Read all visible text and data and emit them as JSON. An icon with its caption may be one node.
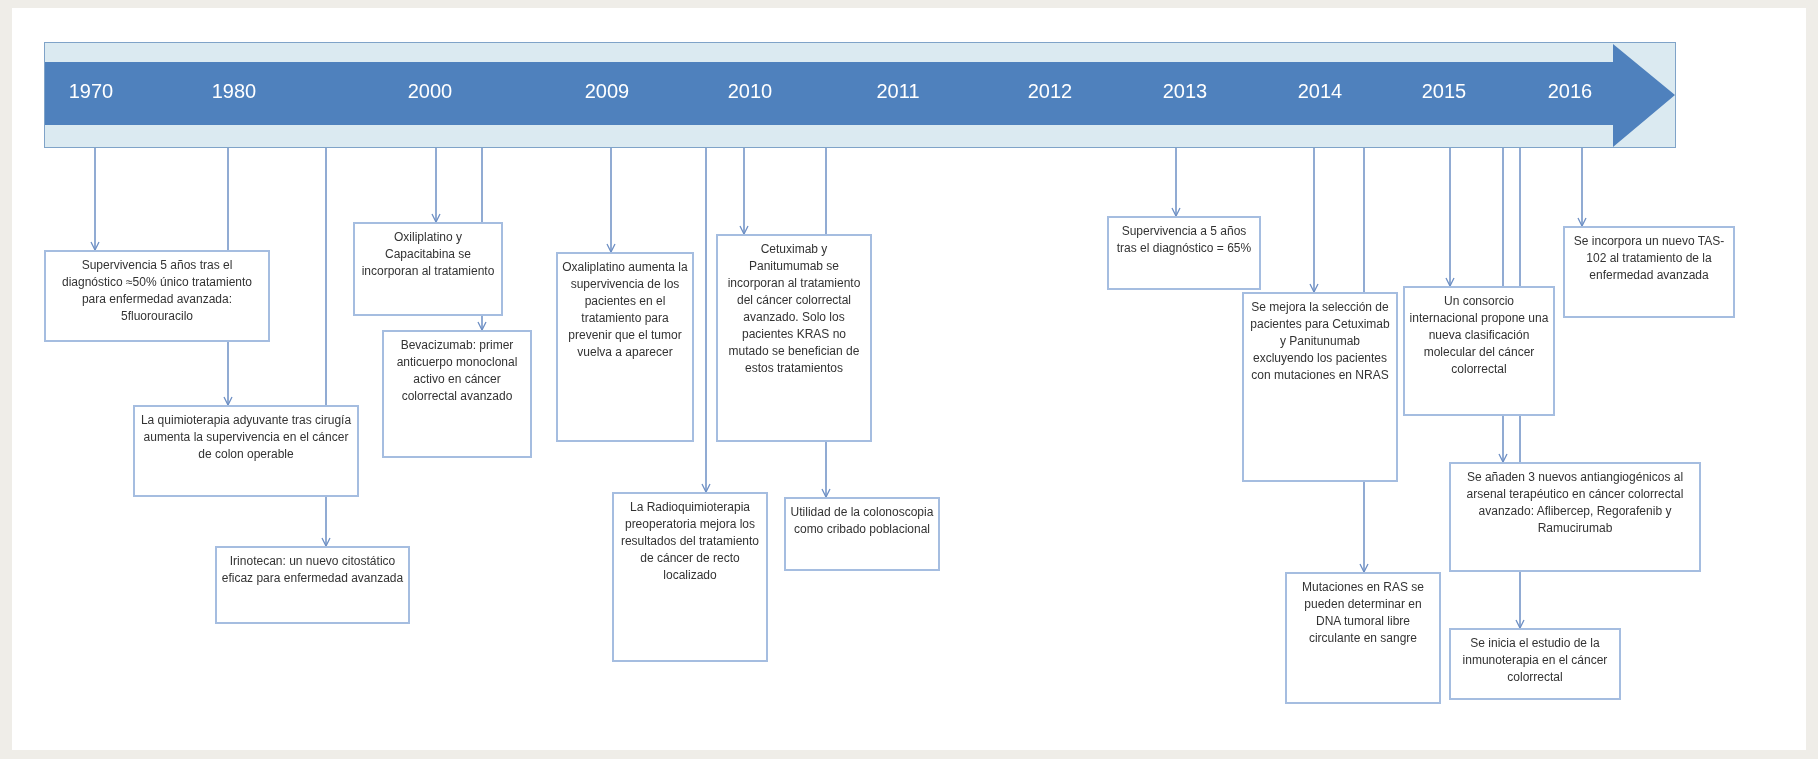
{
  "diagram": {
    "nodes": [
      {
        "text": [
          "1970",
          "1980",
          "2000",
          "2009",
          "2010",
          "2011",
          "2012",
          "2013",
          "2014",
          "2015",
          "2016"
        ]
      },
      {
        "text": [
          "Supervivencia 5 años tras el diagnóstico ≈50% único tratamiento para enfermedad avanzada: 5fluorouracilo"
        ]
      },
      {
        "text": [
          "La quimioterapia adyuvante tras cirugía aumenta la supervivencia en el cáncer de colon operable"
        ]
      },
      {
        "text": [
          "Irinotecan: un nuevo citostático eficaz para enfermedad avanzada"
        ]
      },
      {
        "text": [
          "Oxiliplatino y Capacitabina se incorporan al tratamiento"
        ]
      },
      {
        "text": [
          "Bevacizumab: primer anticuerpo monoclonal activo en cáncer colorrectal avanzado"
        ]
      },
      {
        "text": [
          "Oxaliplatino aumenta la supervivencia de los pacientes en el tratamiento para prevenir que el tumor vuelva a aparecer"
        ]
      },
      {
        "text": [
          "La Radioquimioterapia preoperatoria mejora los resultados del tratamiento de cáncer de recto localizado"
        ]
      },
      {
        "text": [
          "Cetuximab y Panitumumab se incorporan al tratamiento del cáncer colorrectal avanzado. Solo los pacientes KRAS no mutado se benefician de estos tratamientos"
        ]
      },
      {
        "text": [
          "Utilidad de la colonoscopia como cribado poblacional"
        ]
      },
      {
        "text": [
          "Supervivencia a 5 años tras el diagnóstico = 65%"
        ]
      },
      {
        "text": [
          "Se mejora la selección de pacientes para Cetuximab y Panitunumab excluyendo los pacientes con mutaciones en NRAS"
        ]
      },
      {
        "text": [
          "Mutaciones en RAS se pueden determinar en DNA tumoral libre circulante en sangre"
        ]
      },
      {
        "text": [
          "Un consorcio internacional propone una nueva clasificación molecular del cáncer colorrectal"
        ]
      },
      {
        "text": [
          "Se añaden 3 nuevos antiangiogénicos al arsenal terapéutico en cáncer colorrectal avanzado: Aflibercep, Regorafenib y Ramucirumab"
        ]
      },
      {
        "text": [
          "Se inicia el estudio de la inmunoterapia en el cáncer colorrectal"
        ]
      },
      {
        "text": [
          "Se incorpora un nuevo TAS-102 al tratamiento de la enfermedad avanzada"
        ]
      }
    ],
    "edges": [
      {
        "from": 0,
        "to": 1,
        "arrow": "to"
      },
      {
        "from": 0,
        "to": 1,
        "arrow": "none"
      },
      {
        "from": 1,
        "to": 2,
        "arrow": "to"
      },
      {
        "from": 0,
        "to": 2,
        "arrow": "none"
      },
      {
        "from": 2,
        "to": 3,
        "arrow": "to"
      },
      {
        "from": 0,
        "to": 4,
        "arrow": "to"
      },
      {
        "from": 0,
        "to": 4,
        "arrow": "none"
      },
      {
        "from": 4,
        "to": 5,
        "arrow": "to"
      },
      {
        "from": 0,
        "to": 6,
        "arrow": "to"
      },
      {
        "from": 0,
        "to": 7,
        "arrow": "to"
      },
      {
        "from": 0,
        "to": 8,
        "arrow": "to"
      },
      {
        "from": 0,
        "to": 8,
        "arrow": "none"
      },
      {
        "from": 8,
        "to": 9,
        "arrow": "to"
      },
      {
        "from": 0,
        "to": 10,
        "arrow": "to"
      },
      {
        "from": 0,
        "to": 11,
        "arrow": "to"
      },
      {
        "from": 0,
        "to": 11,
        "arrow": "none"
      },
      {
        "from": 11,
        "to": 12,
        "arrow": "to"
      },
      {
        "from": 0,
        "to": 13,
        "arrow": "to"
      },
      {
        "from": 0,
        "to": 13,
        "arrow": "none"
      },
      {
        "from": 0,
        "to": 13,
        "arrow": "none"
      },
      {
        "from": 13,
        "to": 14,
        "arrow": "to"
      },
      {
        "from": 13,
        "to": 14,
        "arrow": "none"
      },
      {
        "from": 14,
        "to": 15,
        "arrow": "to"
      },
      {
        "from": 0,
        "to": 16,
        "arrow": "to"
      }
    ]
  }
}
